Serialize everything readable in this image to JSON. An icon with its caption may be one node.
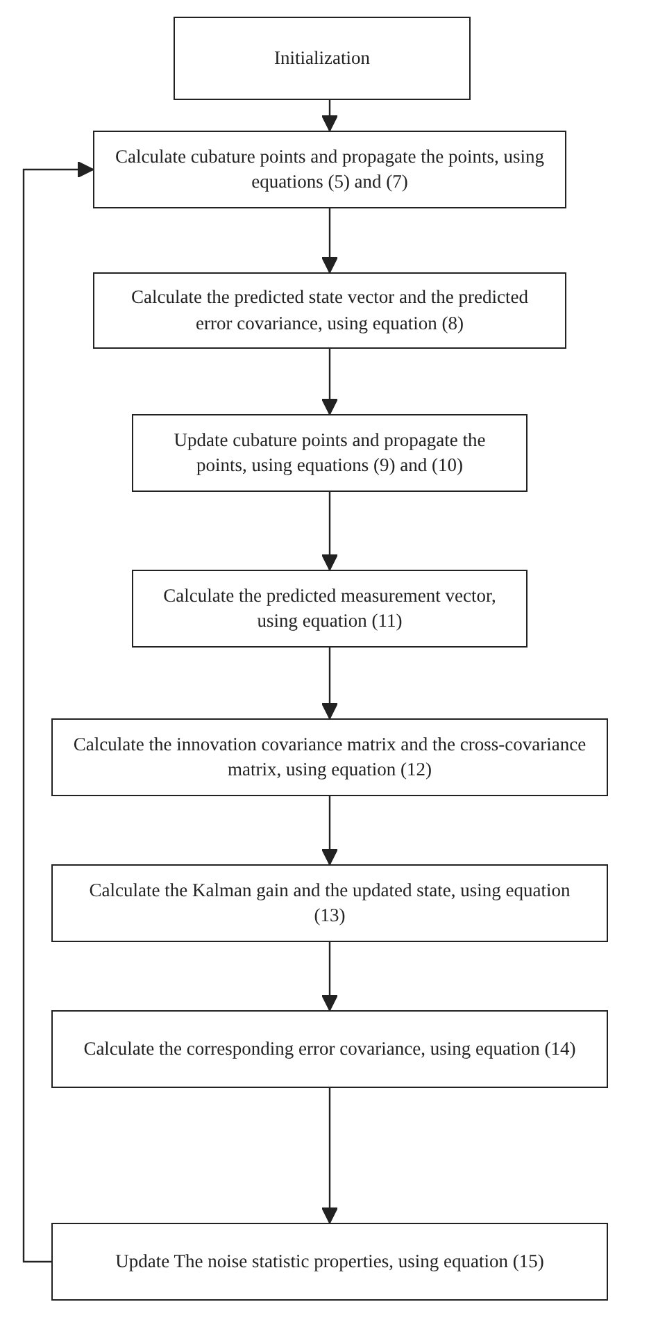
{
  "diagram": {
    "nodes": [
      {
        "text": [
          "Initialization"
        ]
      },
      {
        "text": [
          "Calculate cubature points and propagate the points, using equations (5) and (7)"
        ]
      },
      {
        "text": [
          "Calculate the predicted state vector and the predicted error covariance, using equation (8)"
        ]
      },
      {
        "text": [
          "Update cubature points and propagate the points, using equations (9) and (10)"
        ]
      },
      {
        "text": [
          "Calculate the predicted measurement vector, using equation (11)"
        ]
      },
      {
        "text": [
          "Calculate the innovation covariance matrix and the cross-covariance matrix, using equation (12)"
        ]
      },
      {
        "text": [
          "Calculate the Kalman gain and the updated state, using equation (13)"
        ]
      },
      {
        "text": [
          "Calculate the corresponding error covariance, using equation (14)"
        ]
      },
      {
        "text": [
          "Update The noise statistic properties, using equation (15)"
        ]
      }
    ],
    "edges": [
      {
        "from": 0,
        "to": 1,
        "arrow": "to"
      },
      {
        "from": 1,
        "to": 2,
        "arrow": "to"
      },
      {
        "from": 2,
        "to": 3,
        "arrow": "to"
      },
      {
        "from": 3,
        "to": 4,
        "arrow": "to"
      },
      {
        "from": 4,
        "to": 5,
        "arrow": "to"
      },
      {
        "from": 5,
        "to": 6,
        "arrow": "to"
      },
      {
        "from": 6,
        "to": 7,
        "arrow": "to"
      },
      {
        "from": 7,
        "to": 8,
        "arrow": "to"
      },
      {
        "from": 8,
        "to": 1,
        "arrow": "to"
      }
    ]
  }
}
